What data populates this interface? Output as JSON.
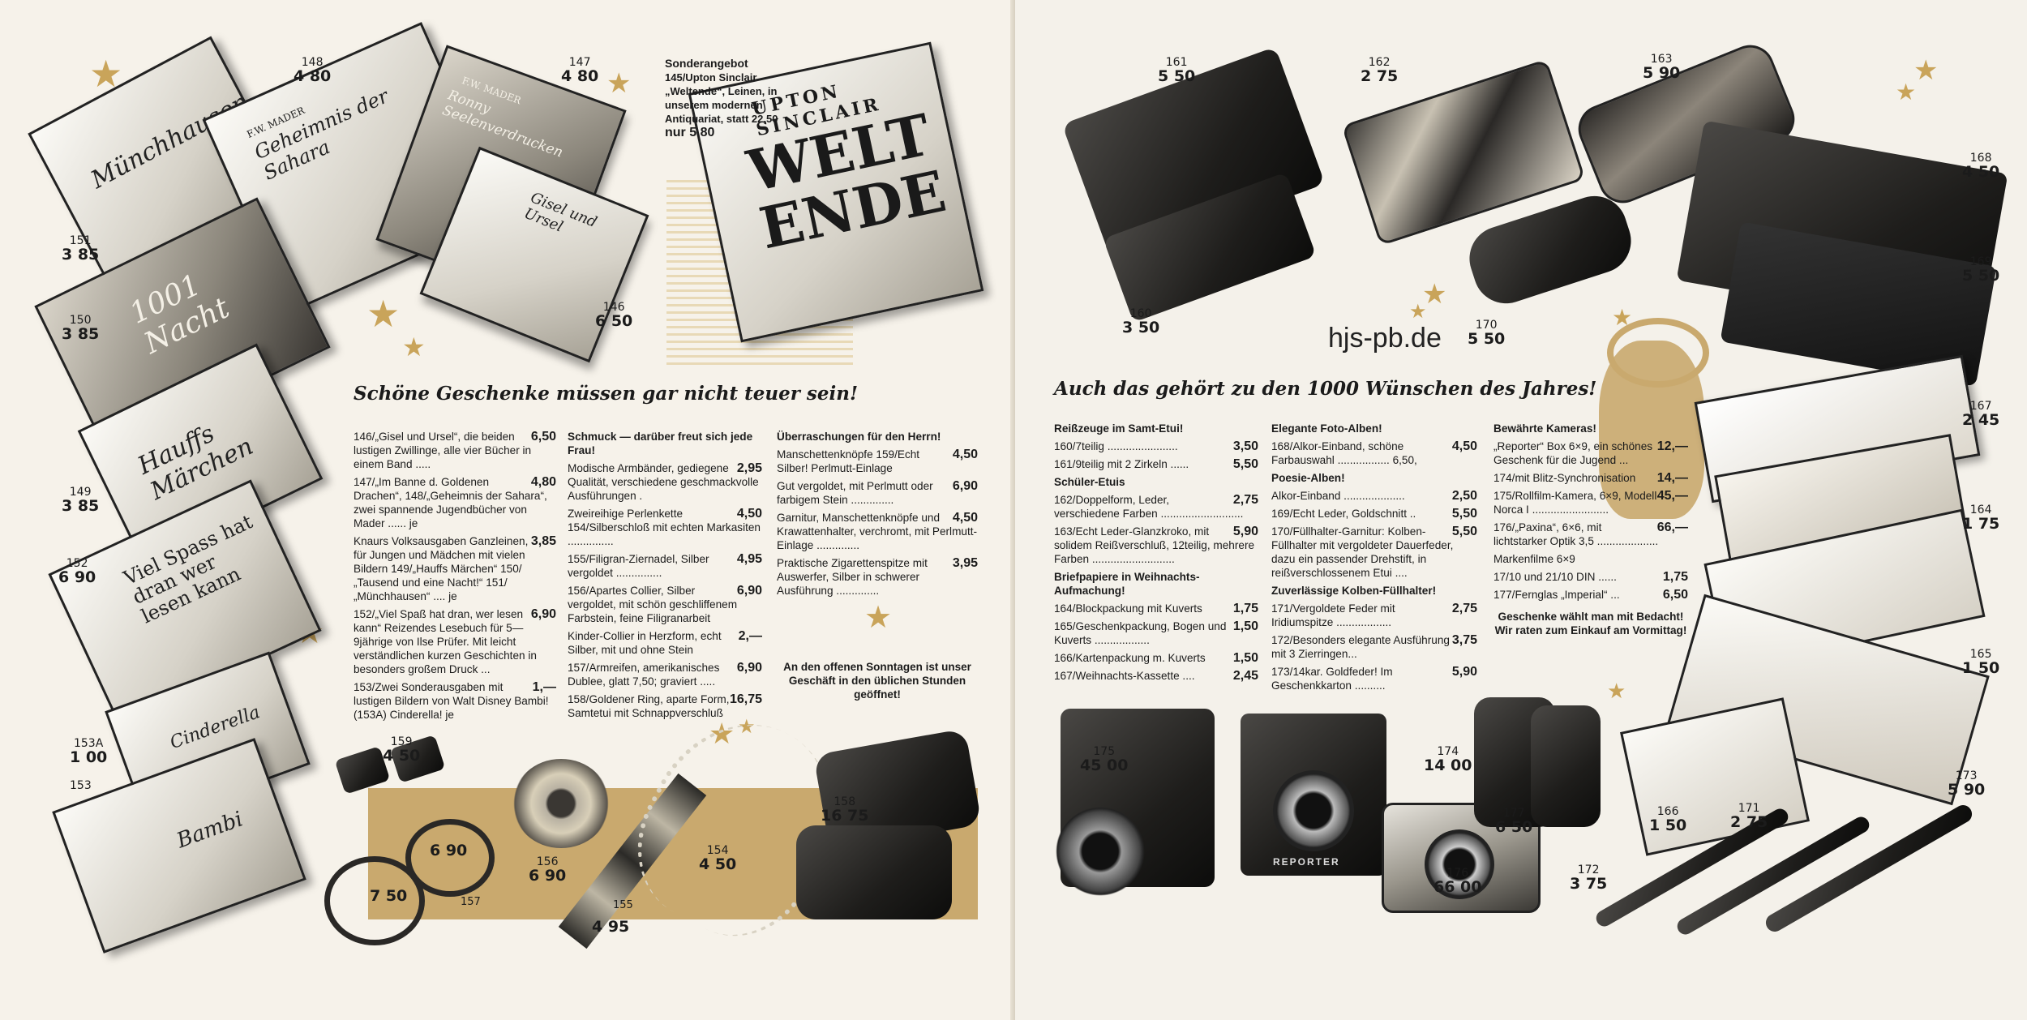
{
  "left_page": {
    "headline": "Schöne Geschenke müssen gar nicht teuer sein!",
    "special_offer": {
      "heading": "Sonderangebot",
      "text": "145/Upton Sinclair „Weltende“, Leinen, in unserem modernen Antiquariat, statt 22,50",
      "price": "nur 5,80"
    },
    "book_titles": {
      "b151": "Münchhausen",
      "b148_author": "F.W. MADER",
      "b148": "Geheimnis der Sahara",
      "b147_author": "F.W. MADER",
      "b147": "Ronny Seelenverdrucken",
      "b146": "Gisel und Ursel",
      "b150": "1001 Nacht",
      "b149": "Hauffs Märchen",
      "b152": "Viel Spass hat dran wer lesen kann",
      "b153a": "Cinderella",
      "b153": "Bambi",
      "upton_author": "UPTON SINCLAIR",
      "upton_title": "WELT ENDE"
    },
    "book_prices": [
      {
        "num": "148",
        "price": "4 80"
      },
      {
        "num": "147",
        "price": "4 80"
      },
      {
        "num": "151",
        "price": "3 85"
      },
      {
        "num": "150",
        "price": "3 85"
      },
      {
        "num": "146",
        "price": "6 50"
      },
      {
        "num": "149",
        "price": "3 85"
      },
      {
        "num": "152",
        "price": "6 90"
      },
      {
        "num": "153A",
        "price": "1 00"
      },
      {
        "num": "153",
        "price": ""
      }
    ],
    "col1": [
      {
        "t": "146/„Gisel und Ursel“, die beiden lustigen Zwillinge, alle vier Bücher in einem Band .....",
        "v": "6,50"
      },
      {
        "t": "147/„Im Banne d. Goldenen Drachen“, 148/„Geheimnis der Sahara“, zwei spannende Jugendbücher von Mader ...... je",
        "v": "4,80"
      },
      {
        "t": "Knaurs Volksausgaben Ganzleinen, für Jungen und Mädchen mit vielen Bildern 149/„Hauffs Märchen“ 150/„Tausend und eine Nacht!“ 151/„Münchhausen“ .... je",
        "v": "3,85"
      },
      {
        "t": "152/„Viel Spaß hat dran, wer lesen kann“ Reizendes Lesebuch für 5—9jährige von Ilse Prüfer. Mit leicht verständlichen kurzen Geschichten in besonders großem Druck ...",
        "v": "6,90"
      },
      {
        "t": "153/Zwei Sonderausgaben mit lustigen Bildern von Walt Disney Bambi! (153A) Cinderella! je",
        "v": "1,—"
      }
    ],
    "col2": [
      {
        "t": "Schmuck — darüber freut sich jede Frau!",
        "v": ""
      },
      {
        "t": "Modische Armbänder, gediegene Qualität, verschiedene geschmackvolle Ausführungen .",
        "v": "2,95"
      },
      {
        "t": "Zweireihige Perlenkette 154/Silberschloß mit echten Markasiten ...............",
        "v": "4,50"
      },
      {
        "t": "155/Filigran-Ziernadel, Silber vergoldet ...............",
        "v": "4,95"
      },
      {
        "t": "156/Apartes Collier, Silber vergoldet, mit schön geschliffenem Farbstein, feine Filigranarbeit",
        "v": "6,90"
      },
      {
        "t": "Kinder-Collier in Herzform, echt Silber, mit und ohne Stein",
        "v": "2,—"
      },
      {
        "t": "157/Armreifen, amerikanisches Dublee, glatt 7,50; graviert .....",
        "v": "6,90"
      },
      {
        "t": "158/Goldener Ring, aparte Form, Samtetui mit Schnappverschluß",
        "v": "16,75"
      }
    ],
    "col3": [
      {
        "t": "Überraschungen für den Herrn!",
        "v": ""
      },
      {
        "t": "Manschettenknöpfe 159/Echt Silber! Perlmutt-Einlage",
        "v": "4,50"
      },
      {
        "t": "Gut vergoldet, mit Perlmutt oder farbigem Stein ..............",
        "v": "6,90"
      },
      {
        "t": "Garnitur, Manschettenknöpfe und Krawattenhalter, verchromt, mit Perlmutt-Einlage ..............",
        "v": "4,50"
      },
      {
        "t": "Praktische Zigarettenspitze mit Auswerfer, Silber in schwerer Ausführung ..............",
        "v": "3,95"
      }
    ],
    "sunday_note": "An den offenen Sonntagen ist unser Geschäft in den üblichen Stunden geöffnet!",
    "jewelry_prices": [
      {
        "num": "159",
        "price": "4 50"
      },
      {
        "num": "",
        "price": "6 90"
      },
      {
        "num": "157",
        "price": "7 50"
      },
      {
        "num": "156",
        "price": "6 90"
      },
      {
        "num": "155",
        "price": "4 95"
      },
      {
        "num": "154",
        "price": "4 50"
      },
      {
        "num": "158",
        "price": "16 75"
      }
    ]
  },
  "right_page": {
    "headline": "Auch das gehört zu den 1000 Wünschen des Jahres!",
    "watermark": "hjs-pb.de",
    "col1": [
      {
        "t": "Reißzeuge im Samt-Etui!",
        "v": "",
        "h": true
      },
      {
        "t": "160/7teilig .......................",
        "v": "3,50"
      },
      {
        "t": "161/9teilig mit 2 Zirkeln ......",
        "v": "5,50"
      },
      {
        "t": "Schüler-Etuis",
        "v": "",
        "h": true
      },
      {
        "t": "162/Doppelform, Leder, verschiedene Farben ...........................",
        "v": "2,75"
      },
      {
        "t": "163/Echt Leder-Glanzkroko, mit solidem Reißverschluß, 12teilig, mehrere Farben ...........................",
        "v": "5,90"
      },
      {
        "t": "Briefpapiere in Weihnachts-Aufmachung!",
        "v": "",
        "h": true
      },
      {
        "t": "164/Blockpackung mit Kuverts",
        "v": "1,75"
      },
      {
        "t": "165/Geschenkpackung, Bogen und Kuverts ..................",
        "v": "1,50"
      },
      {
        "t": "166/Kartenpackung m. Kuverts",
        "v": "1,50"
      },
      {
        "t": "167/Weihnachts-Kassette ....",
        "v": "2,45"
      }
    ],
    "col2": [
      {
        "t": "Elegante Foto-Alben!",
        "v": "",
        "h": true
      },
      {
        "t": "168/Alkor-Einband, schöne Farbauswahl ................. 6,50,",
        "v": "4,50"
      },
      {
        "t": "Poesie-Alben!",
        "v": "",
        "h": true
      },
      {
        "t": "Alkor-Einband ....................",
        "v": "2,50"
      },
      {
        "t": "169/Echt Leder, Goldschnitt ..",
        "v": "5,50"
      },
      {
        "t": "170/Füllhalter-Garnitur: Kolben-Füllhalter mit vergoldeter Dauerfeder, dazu ein passender Drehstift, in reißverschlossenem Etui ....",
        "v": "5,50"
      },
      {
        "t": "Zuverlässige Kolben-Füllhalter!",
        "v": "",
        "h": true
      },
      {
        "t": "171/Vergoldete Feder mit Iridiumspitze ..................",
        "v": "2,75"
      },
      {
        "t": "172/Besonders elegante Ausführung mit 3 Zierringen...",
        "v": "3,75"
      },
      {
        "t": "173/14kar. Goldfeder! Im Geschenkkarton ..........",
        "v": "5,90"
      }
    ],
    "col3": [
      {
        "t": "Bewährte Kameras!",
        "v": "",
        "h": true
      },
      {
        "t": "„Reporter“ Box 6×9, ein schönes Geschenk für die Jugend ...",
        "v": "12,—"
      },
      {
        "t": "174/mit Blitz-Synchronisation",
        "v": "14,—"
      },
      {
        "t": "175/Rollfilm-Kamera, 6×9, Modell Norca I .........................",
        "v": "45,—"
      },
      {
        "t": "176/„Paxina“, 6×6, mit lichtstarker Optik 3,5 ....................",
        "v": "66,—"
      },
      {
        "t": "Markenfilme 6×9",
        "v": ""
      },
      {
        "t": "17/10 und 21/10 DIN ......",
        "v": "1,75"
      },
      {
        "t": "177/Fernglas „Imperial“ ...",
        "v": "6,50"
      },
      {
        "t": "Geschenke wählt man mit Bedacht! Wir raten zum Einkauf am Vormittag!",
        "v": "",
        "h": true
      }
    ],
    "item_prices": [
      {
        "num": "161",
        "price": "5 50"
      },
      {
        "num": "162",
        "price": "2 75"
      },
      {
        "num": "163",
        "price": "5 90"
      },
      {
        "num": "168",
        "price": "4 50"
      },
      {
        "num": "169",
        "price": "5 50"
      },
      {
        "num": "160",
        "price": "3 50"
      },
      {
        "num": "170",
        "price": "5 50"
      },
      {
        "num": "167",
        "price": "2 45"
      },
      {
        "num": "164",
        "price": "1 75"
      },
      {
        "num": "165",
        "price": "1 50"
      },
      {
        "num": "175",
        "price": "45 00"
      },
      {
        "num": "174",
        "price": "14 00"
      },
      {
        "num": "177",
        "price": "6 50"
      },
      {
        "num": "176",
        "price": "66 00"
      },
      {
        "num": "172",
        "price": "3 75"
      },
      {
        "num": "166",
        "price": "1 50"
      },
      {
        "num": "171",
        "price": "2 75"
      },
      {
        "num": "173",
        "price": "5 90"
      }
    ],
    "camera_label": "REPORTER"
  },
  "colors": {
    "gold": "#c9a96e",
    "paper": "#f6f2ea",
    "ink": "#1b1b1b"
  },
  "icons": [
    "star-icon"
  ]
}
